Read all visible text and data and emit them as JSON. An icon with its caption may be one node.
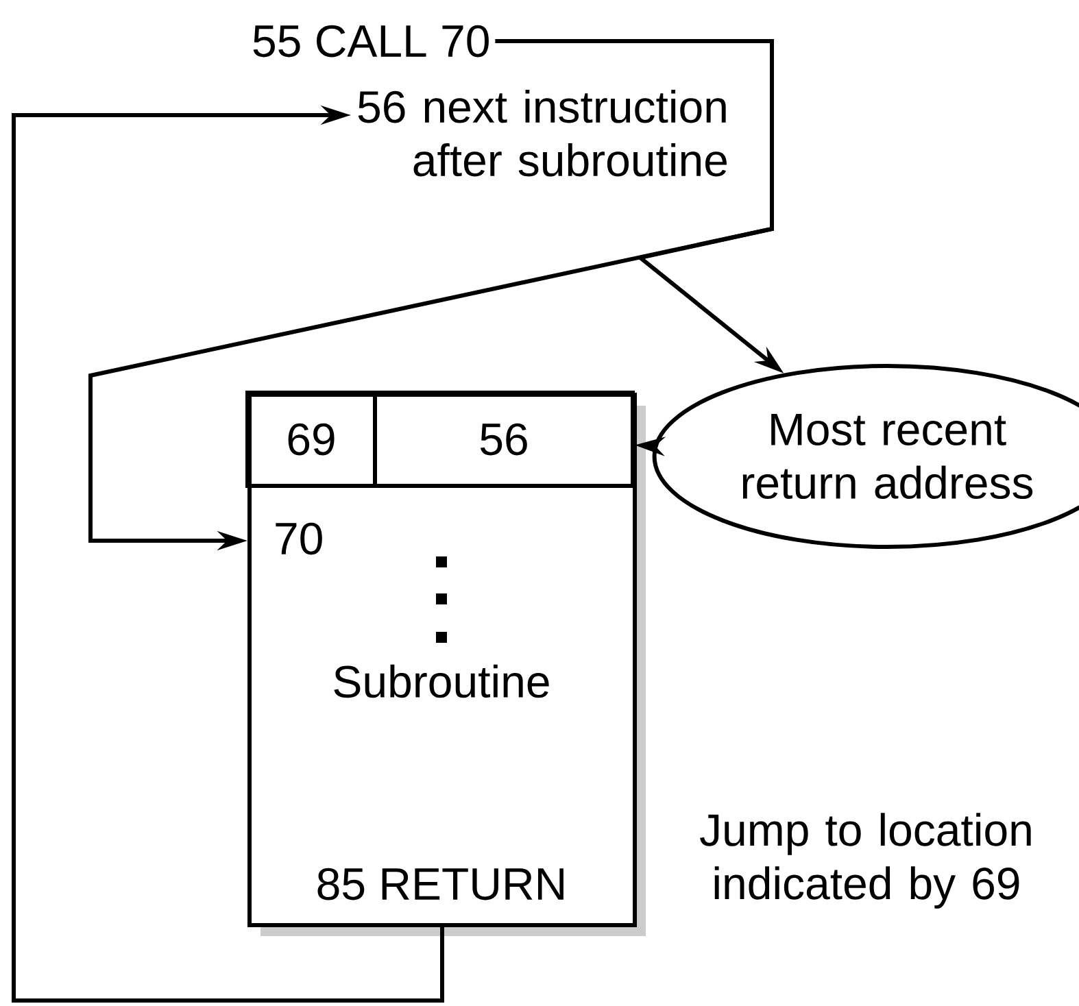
{
  "diagram": {
    "nodes": [
      {
        "text": [
          "55 CALL 70"
        ]
      },
      {
        "text": [
          "56 next instruction after subroutine"
        ]
      },
      {
        "text": [
          "Most recent return address"
        ]
      },
      {
        "text": [
          "70",
          "Subroutine",
          "85 RETURN"
        ],
        "beside": [
          "Jump to location indicated by 69"
        ]
      },
      {
        "text": [
          "69"
        ],
        "in": 3
      },
      {
        "text": [
          "56"
        ],
        "in": 3
      }
    ],
    "edges": [
      {
        "from": 0,
        "to": 3,
        "arrow": "to"
      },
      {
        "from": 0,
        "to": 2,
        "arrow": "to"
      },
      {
        "from": 2,
        "to": 5,
        "arrow": "to"
      },
      {
        "from": 3,
        "to": 1,
        "arrow": "to"
      }
    ]
  }
}
